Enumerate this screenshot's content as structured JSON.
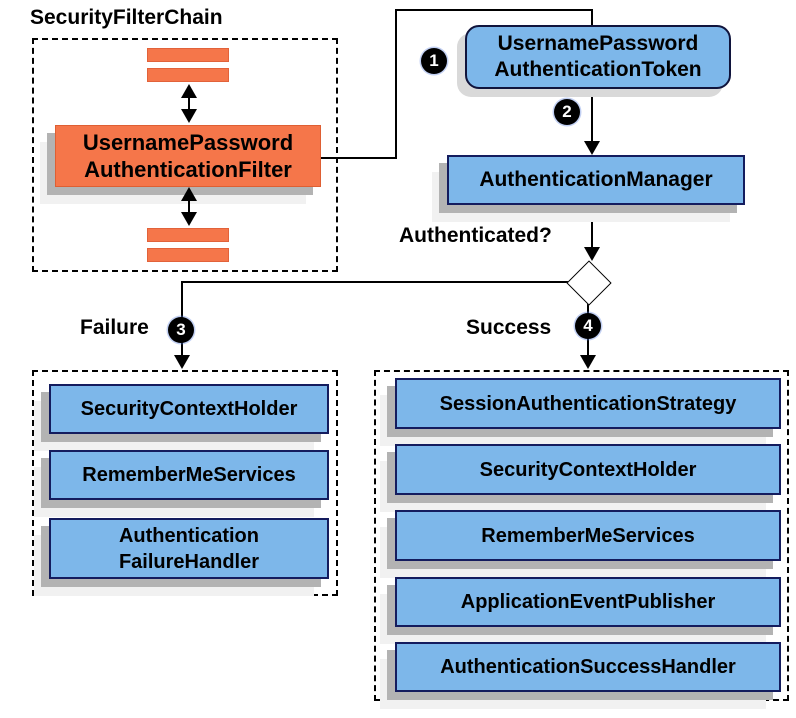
{
  "diagram": {
    "filter_chain": {
      "title": "SecurityFilterChain",
      "filter_box": "UsernamePassword\nAuthenticationFilter"
    },
    "steps": {
      "one": "1",
      "two": "2",
      "three": "3",
      "four": "4"
    },
    "token_box": "UsernamePassword\nAuthenticationToken",
    "manager_box": "AuthenticationManager",
    "question_label": "Authenticated?",
    "failure": {
      "label": "Failure",
      "items": [
        "SecurityContextHolder",
        "RememberMeServices",
        "Authentication\nFailureHandler"
      ]
    },
    "success": {
      "label": "Success",
      "items": [
        "SessionAuthenticationStrategy",
        "SecurityContextHolder",
        "RememberMeServices",
        "ApplicationEventPublisher",
        "AuthenticationSuccessHandler"
      ]
    },
    "colors": {
      "orange": "#f5764a",
      "blue": "#7db7ea",
      "box_border": "#141c5e",
      "shadow": "#b3b3b3"
    }
  }
}
